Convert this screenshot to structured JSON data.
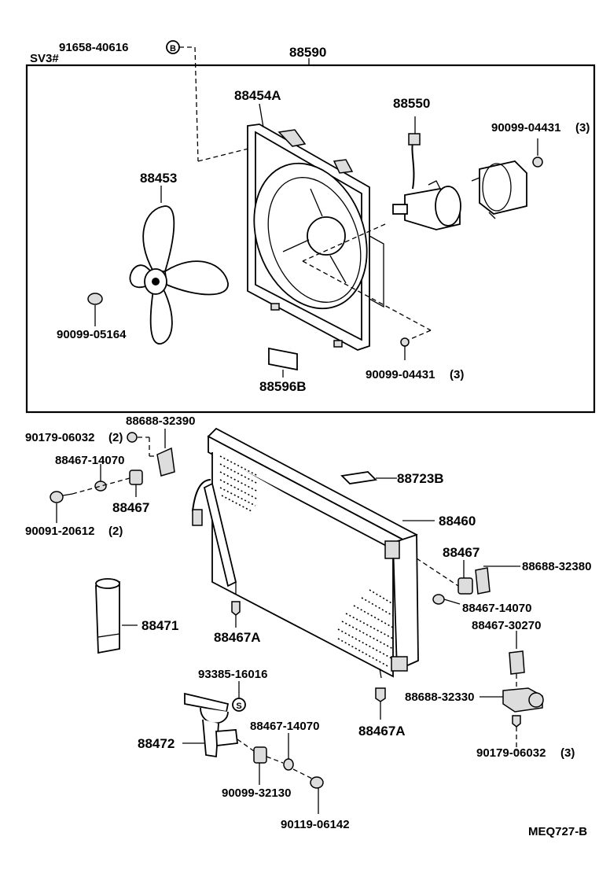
{
  "labels": {
    "bolt_top": "91658-40616",
    "symbol_b": "B",
    "sv3": "SV3#",
    "assy": "88590",
    "shroud": "88454A",
    "motor": "88550",
    "screw_motor_top": "90099-04431",
    "qty3_a": "(3)",
    "fan": "88453",
    "nut_fan": "90099-05164",
    "label_plate": "88596B",
    "screw_bottom": "90099-04431",
    "qty3_b": "(3)",
    "bracket_top": "88688-32390",
    "nut_left": "90179-06032",
    "qty2_a": "(2)",
    "cushion_left_small": "88467-14070",
    "cushion_left": "88467",
    "bolt_left": "90091-20612",
    "qty2_b": "(2)",
    "label_cond": "88723B",
    "condenser": "88460",
    "cushion_right": "88467",
    "bracket_right": "88688-32380",
    "cushion_right_small": "88467-14070",
    "receiver": "88471",
    "cushion_bottom_left": "88467A",
    "cushion_bottom_right": "88467A",
    "cushion_right_lower": "88467-30270",
    "symbol_s": "S",
    "bolt_s": "93385-16016",
    "bracket_lower": "88688-32330",
    "holder": "88472",
    "cushion_holder": "88467-14070",
    "nut_right_lower": "90179-06032",
    "qty3_c": "(3)",
    "cushion_holder_nut": "90099-32130",
    "bolt_holder": "90119-06142",
    "drawing_code": "MEQ727-B"
  }
}
